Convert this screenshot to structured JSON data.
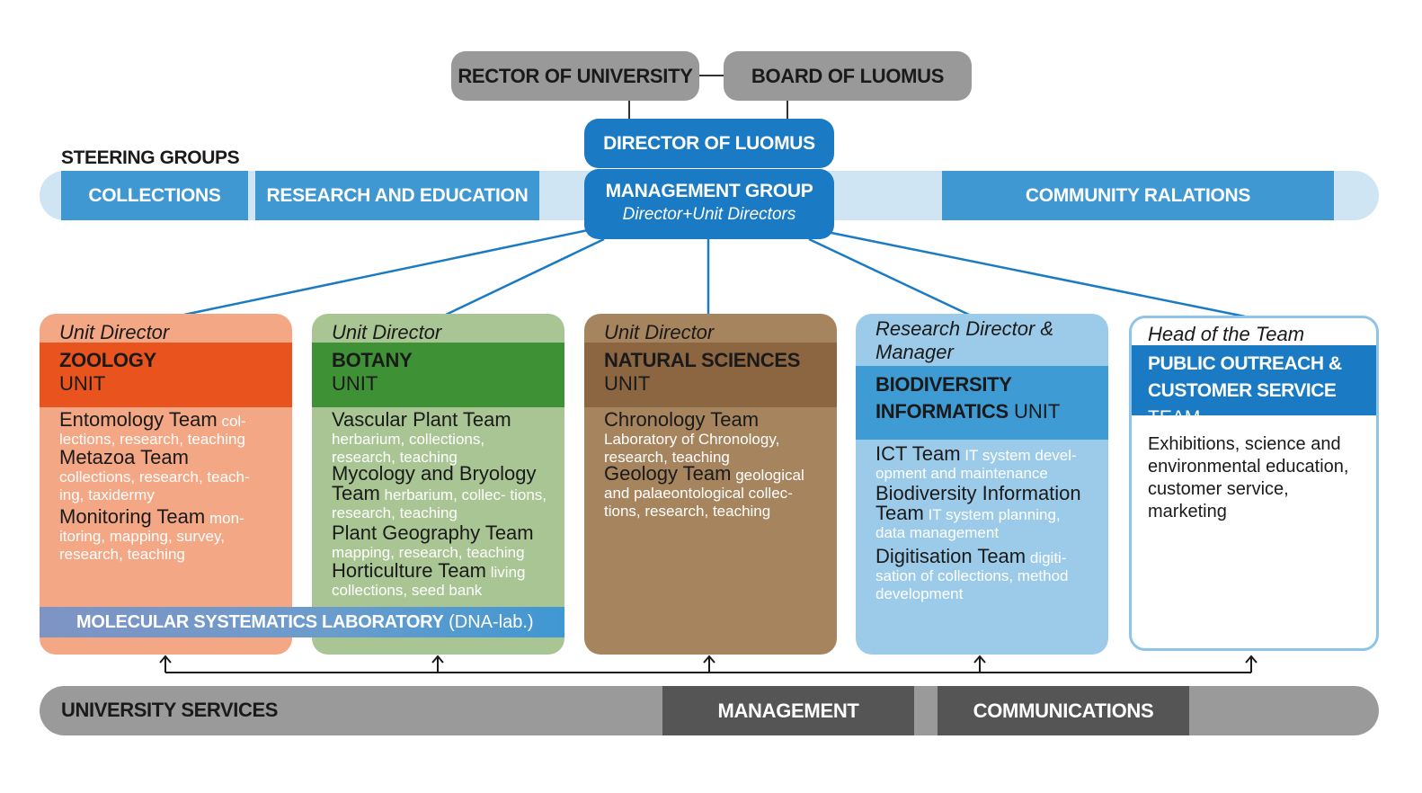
{
  "top": {
    "rector": "RECTOR OF UNIVERSITY",
    "board": "BOARD OF LUOMUS",
    "director": "DIRECTOR OF LUOMUS"
  },
  "steering": {
    "label": "STEERING GROUPS",
    "collections": "COLLECTIONS",
    "research": "RESEARCH AND EDUCATION",
    "community": "COMMUNITY RALATIONS"
  },
  "management_group": {
    "title": "MANAGEMENT GROUP",
    "subtitle": "Director+Unit Directors"
  },
  "units": [
    {
      "role": "Unit Director",
      "name": "ZOOLOGY",
      "suffix": "UNIT",
      "colors": {
        "body": "#f4a785",
        "head": "#e9541e"
      },
      "teams": [
        {
          "name": "Entomology Team",
          "desc": "col- lections, research, teaching"
        },
        {
          "name": "Metazoa Team",
          "desc": "collections, research, teach- ing, taxidermy"
        },
        {
          "name": "Monitoring Team",
          "desc": "mon- itoring, mapping, survey, research, teaching"
        }
      ]
    },
    {
      "role": "Unit Director",
      "name": "BOTANY",
      "suffix": "UNIT",
      "colors": {
        "body": "#a9c594",
        "head": "#3f9135"
      },
      "teams": [
        {
          "name": "Vascular Plant Team",
          "desc": "herbarium, collections, research, teaching"
        },
        {
          "name": "Mycology and Bryology Team",
          "desc": "herbarium, collec- tions, research, teaching"
        },
        {
          "name": "Plant Geography Team",
          "desc": "mapping, research, teaching"
        },
        {
          "name": "Horticulture Team",
          "desc": "living collections, seed bank"
        }
      ]
    },
    {
      "role": "Unit Director",
      "name": "NATURAL SCIENCES",
      "suffix": "UNIT",
      "colors": {
        "body": "#a6845e",
        "head": "#8b6641"
      },
      "teams": [
        {
          "name": "Chronology Team",
          "desc": "Laboratory of Chronology, research, teaching"
        },
        {
          "name": "Geology Team",
          "desc": "geological and palaeontological collec- tions, research, teaching"
        }
      ]
    },
    {
      "role": "Research Director & Manager",
      "name": "BIODIVERSITY INFORMATICS",
      "suffix": "UNIT",
      "colors": {
        "body": "#9ccbe9",
        "head": "#3f9bd4"
      },
      "teams": [
        {
          "name": "ICT Team",
          "desc": "IT system devel- opment and maintenance"
        },
        {
          "name": "Biodiversity Information Team",
          "desc": "IT system planning, data management"
        },
        {
          "name": "Digitisation Team",
          "desc": "digiti- sation of collections, method development"
        }
      ]
    },
    {
      "role": "Head of the Team",
      "name": "PUBLIC OUTREACH & CUSTOMER SERVICE",
      "suffix": "TEAM",
      "colors": {
        "body": "#ffffff",
        "head": "#1a7bc4",
        "border": "#8ec4e8"
      },
      "text": "Exhibitions, science and environmental education, customer service, marketing"
    }
  ],
  "lab": {
    "name": "MOLECULAR SYSTEMATICS LABORATORY",
    "suffix": "(DNA-lab.)",
    "color": "#7a9bc8"
  },
  "services": {
    "label": "UNIVERSITY SERVICES",
    "management": "MANAGEMENT",
    "communications": "COMMUNICATIONS"
  },
  "colors": {
    "blue_dark": "#1a7bc4",
    "blue_band": "#cfe5f3",
    "gray": "#999999",
    "dark_gray": "#555555"
  }
}
